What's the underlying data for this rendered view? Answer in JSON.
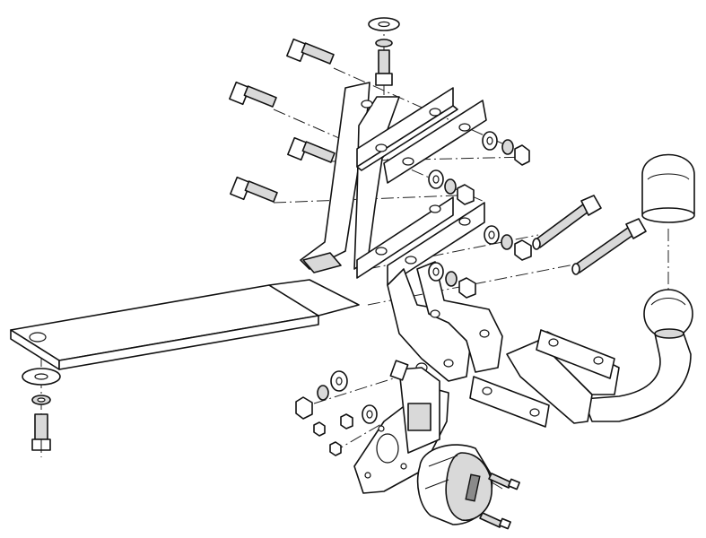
{
  "figure": {
    "colors": {
      "ink": "#111111",
      "paper": "#ffffff",
      "shade": "#d9d9d9",
      "dark": "#8a8a8a"
    },
    "parts": [
      "bolt",
      "washer",
      "nut",
      "spring-washer",
      "cross-bar",
      "side-plate",
      "side-bracket",
      "tow-ball-cover",
      "tow-ball-arm",
      "socket-plate",
      "electrical-socket",
      "spacer-plate",
      "long-bolt"
    ]
  }
}
